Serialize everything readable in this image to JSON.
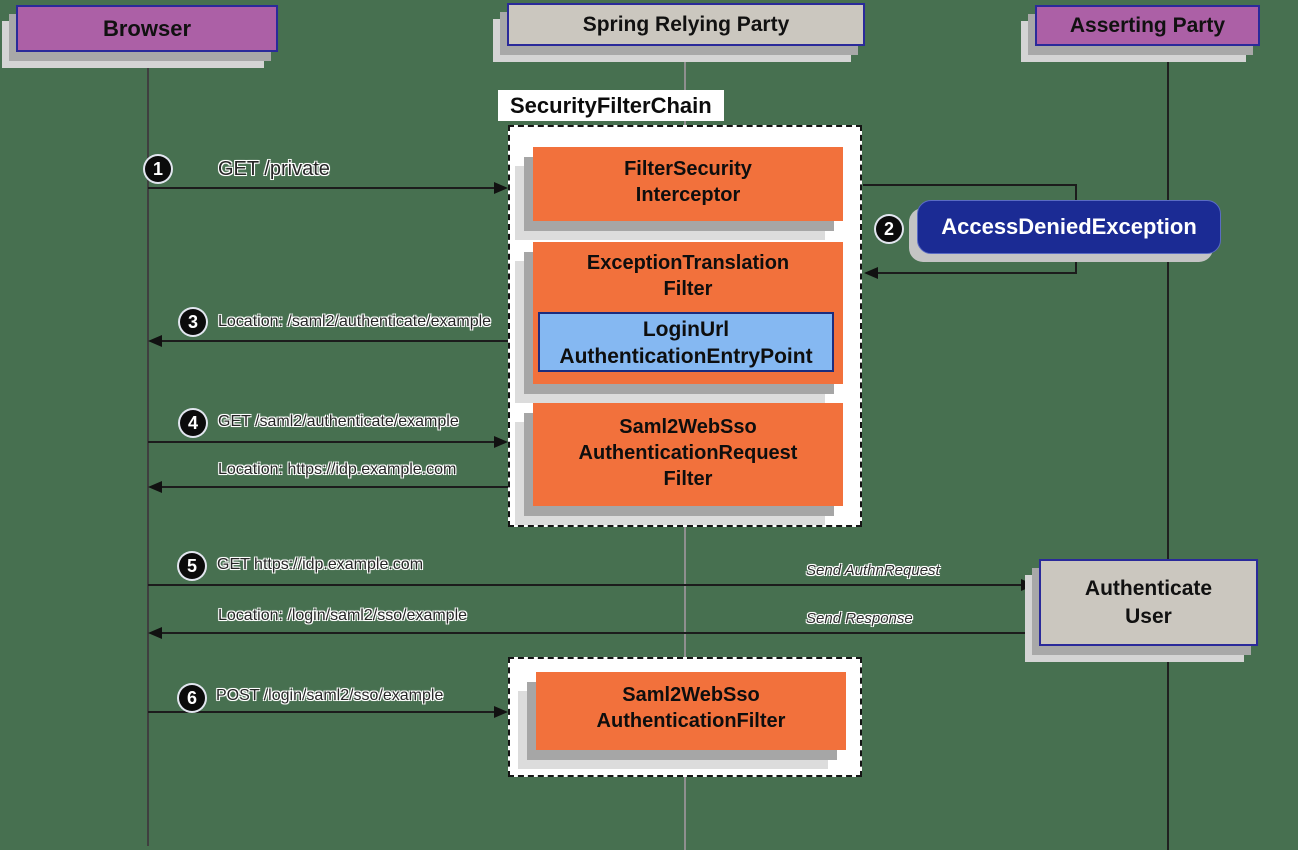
{
  "colors": {
    "page-bg": "#477050",
    "purple": "#ac60a6",
    "tan": "#cbc7bf",
    "orange": "#f2713c",
    "light-blue": "#85b8f2",
    "navy": "#1b2b94",
    "navy-border": "#2a2a9a",
    "line": "#1c1c1c",
    "panel-bg": "#ffffff"
  },
  "actors": {
    "browser": "Browser",
    "relying_party": "Spring Relying Party",
    "asserting_party": "Asserting Party"
  },
  "security_filter_chain": {
    "title": "SecurityFilterChain",
    "filter_security_interceptor": "FilterSecurity\nInterceptor",
    "exception_translation_filter": "ExceptionTranslation\nFilter",
    "login_url_authentication_entry_point": "LoginUrl\nAuthenticationEntryPoint",
    "saml2_authentication_request_filter": "Saml2WebSso\nAuthenticationRequest\nFilter"
  },
  "bottom_filter_chain": {
    "saml2_authentication_filter": "Saml2WebSso\nAuthenticationFilter"
  },
  "callouts": {
    "access_denied_exception": "AccessDeniedException",
    "authenticate_user": "Authenticate\nUser"
  },
  "steps": {
    "s1": {
      "num": "1",
      "label": "GET /private"
    },
    "s2": {
      "num": "2"
    },
    "s3": {
      "num": "3",
      "label": "Location: /saml2/authenticate/example"
    },
    "s4": {
      "num": "4",
      "label": "GET /saml2/authenticate/example"
    },
    "s4_return": {
      "label": "Location: https://idp.example.com"
    },
    "s5": {
      "num": "5",
      "label": "GET https://idp.example.com"
    },
    "s5_remote": {
      "label": "Send AuthnRequest"
    },
    "s5_return": {
      "label": "Location: /login/saml2/sso/example"
    },
    "s5_remote_return": {
      "label": "Send Response"
    },
    "s6": {
      "num": "6",
      "label": "POST /login/saml2/sso/example"
    }
  }
}
